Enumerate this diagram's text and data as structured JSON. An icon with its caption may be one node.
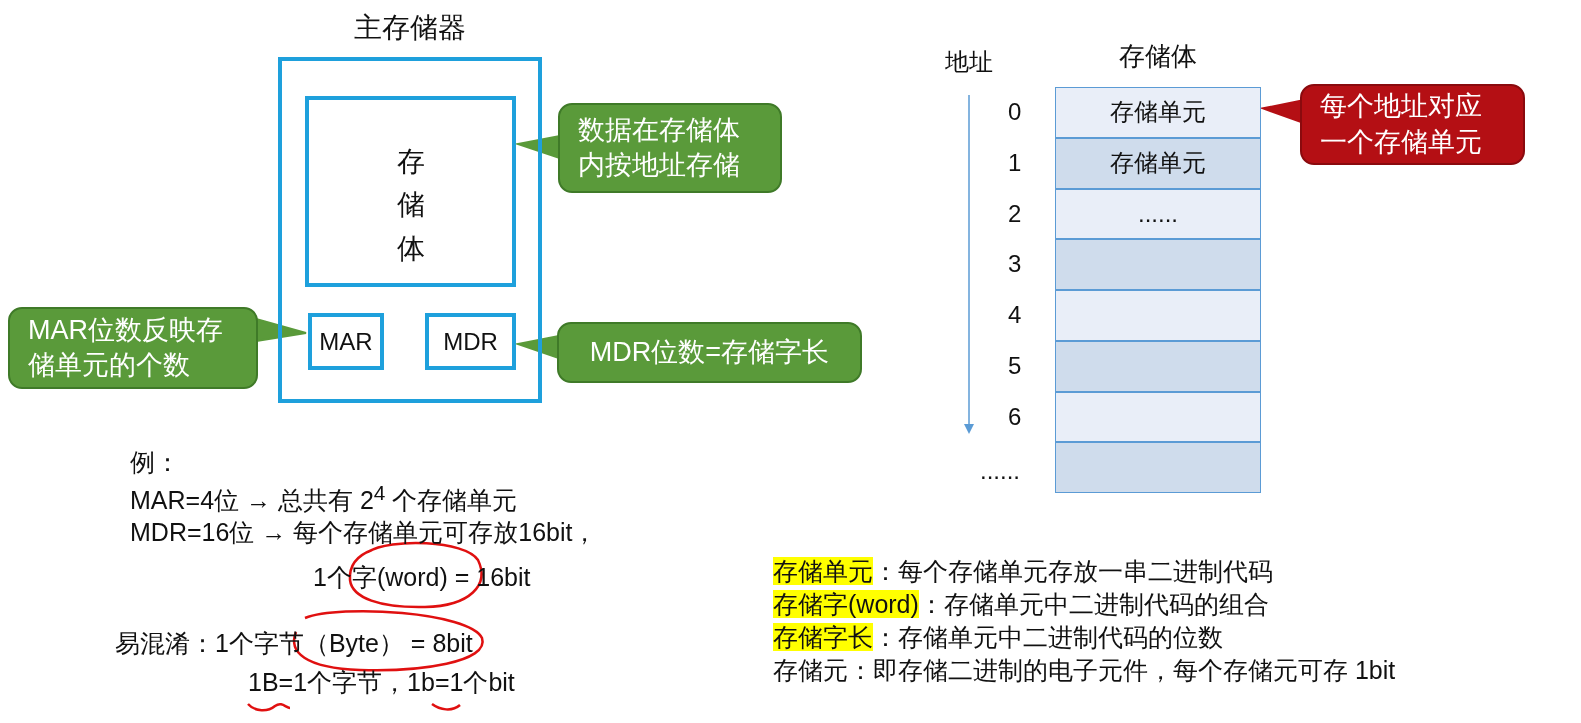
{
  "diagram": {
    "nodes": [
      {
        "text": [
          "主存储器"
        ]
      },
      {
        "text": [
          "存储体"
        ],
        "in": 0
      },
      {
        "text": [
          "MAR"
        ],
        "in": 0
      },
      {
        "text": [
          "MDR"
        ],
        "in": 0
      },
      {
        "text": [
          "数据在存储体内按地址存储"
        ]
      },
      {
        "text": [
          "MAR位数反映存储单元的个数"
        ]
      },
      {
        "text": [
          "MDR位数=存储字长"
        ]
      },
      {
        "text": [
          "存储体"
        ]
      },
      {
        "text": [
          "存储单元"
        ],
        "in": 7
      },
      {
        "text": [
          "存储单元"
        ],
        "in": 7
      },
      {
        "text": [
          "......"
        ],
        "in": 7
      },
      {
        "text": [],
        "shape": "box",
        "in": 7
      },
      {
        "text": [],
        "shape": "box",
        "in": 7
      },
      {
        "text": [],
        "shape": "box",
        "in": 7
      },
      {
        "text": [],
        "shape": "box",
        "in": 7
      },
      {
        "text": [],
        "shape": "box",
        "in": 7
      },
      {
        "text": [
          "每个地址对应一个存储单元"
        ]
      }
    ],
    "edges": [
      {
        "from": 4,
        "to": 1,
        "arrow": "to"
      },
      {
        "from": 5,
        "to": 2,
        "arrow": "to"
      },
      {
        "from": 6,
        "to": 3,
        "arrow": "to"
      },
      {
        "from": 16,
        "to": 8,
        "arrow": "to"
      }
    ],
    "labels": [
      "地址",
      "0",
      "1",
      "2",
      "3",
      "4",
      "5",
      "6",
      "......",
      "例：",
      "MAR=4位 → 总共有 2$^{4}$ 个存储单元",
      "MDR=16位 → 每个存储单元可存放16bit，",
      "1个字(word) = 16bit",
      "易混淆：1个字节（Byte） = 8bit",
      "1B=1个字节，1b=1个bit",
      "**存储单元**：每个存储单元存放一串二进制代码",
      "**存储字(word)**：存储单元中二进制代码的组合",
      "**存储字长**：存储单元中二进制代码的位数",
      "存储元：即存储二进制的电子元件，每个存储元可存 1bit"
    ]
  }
}
